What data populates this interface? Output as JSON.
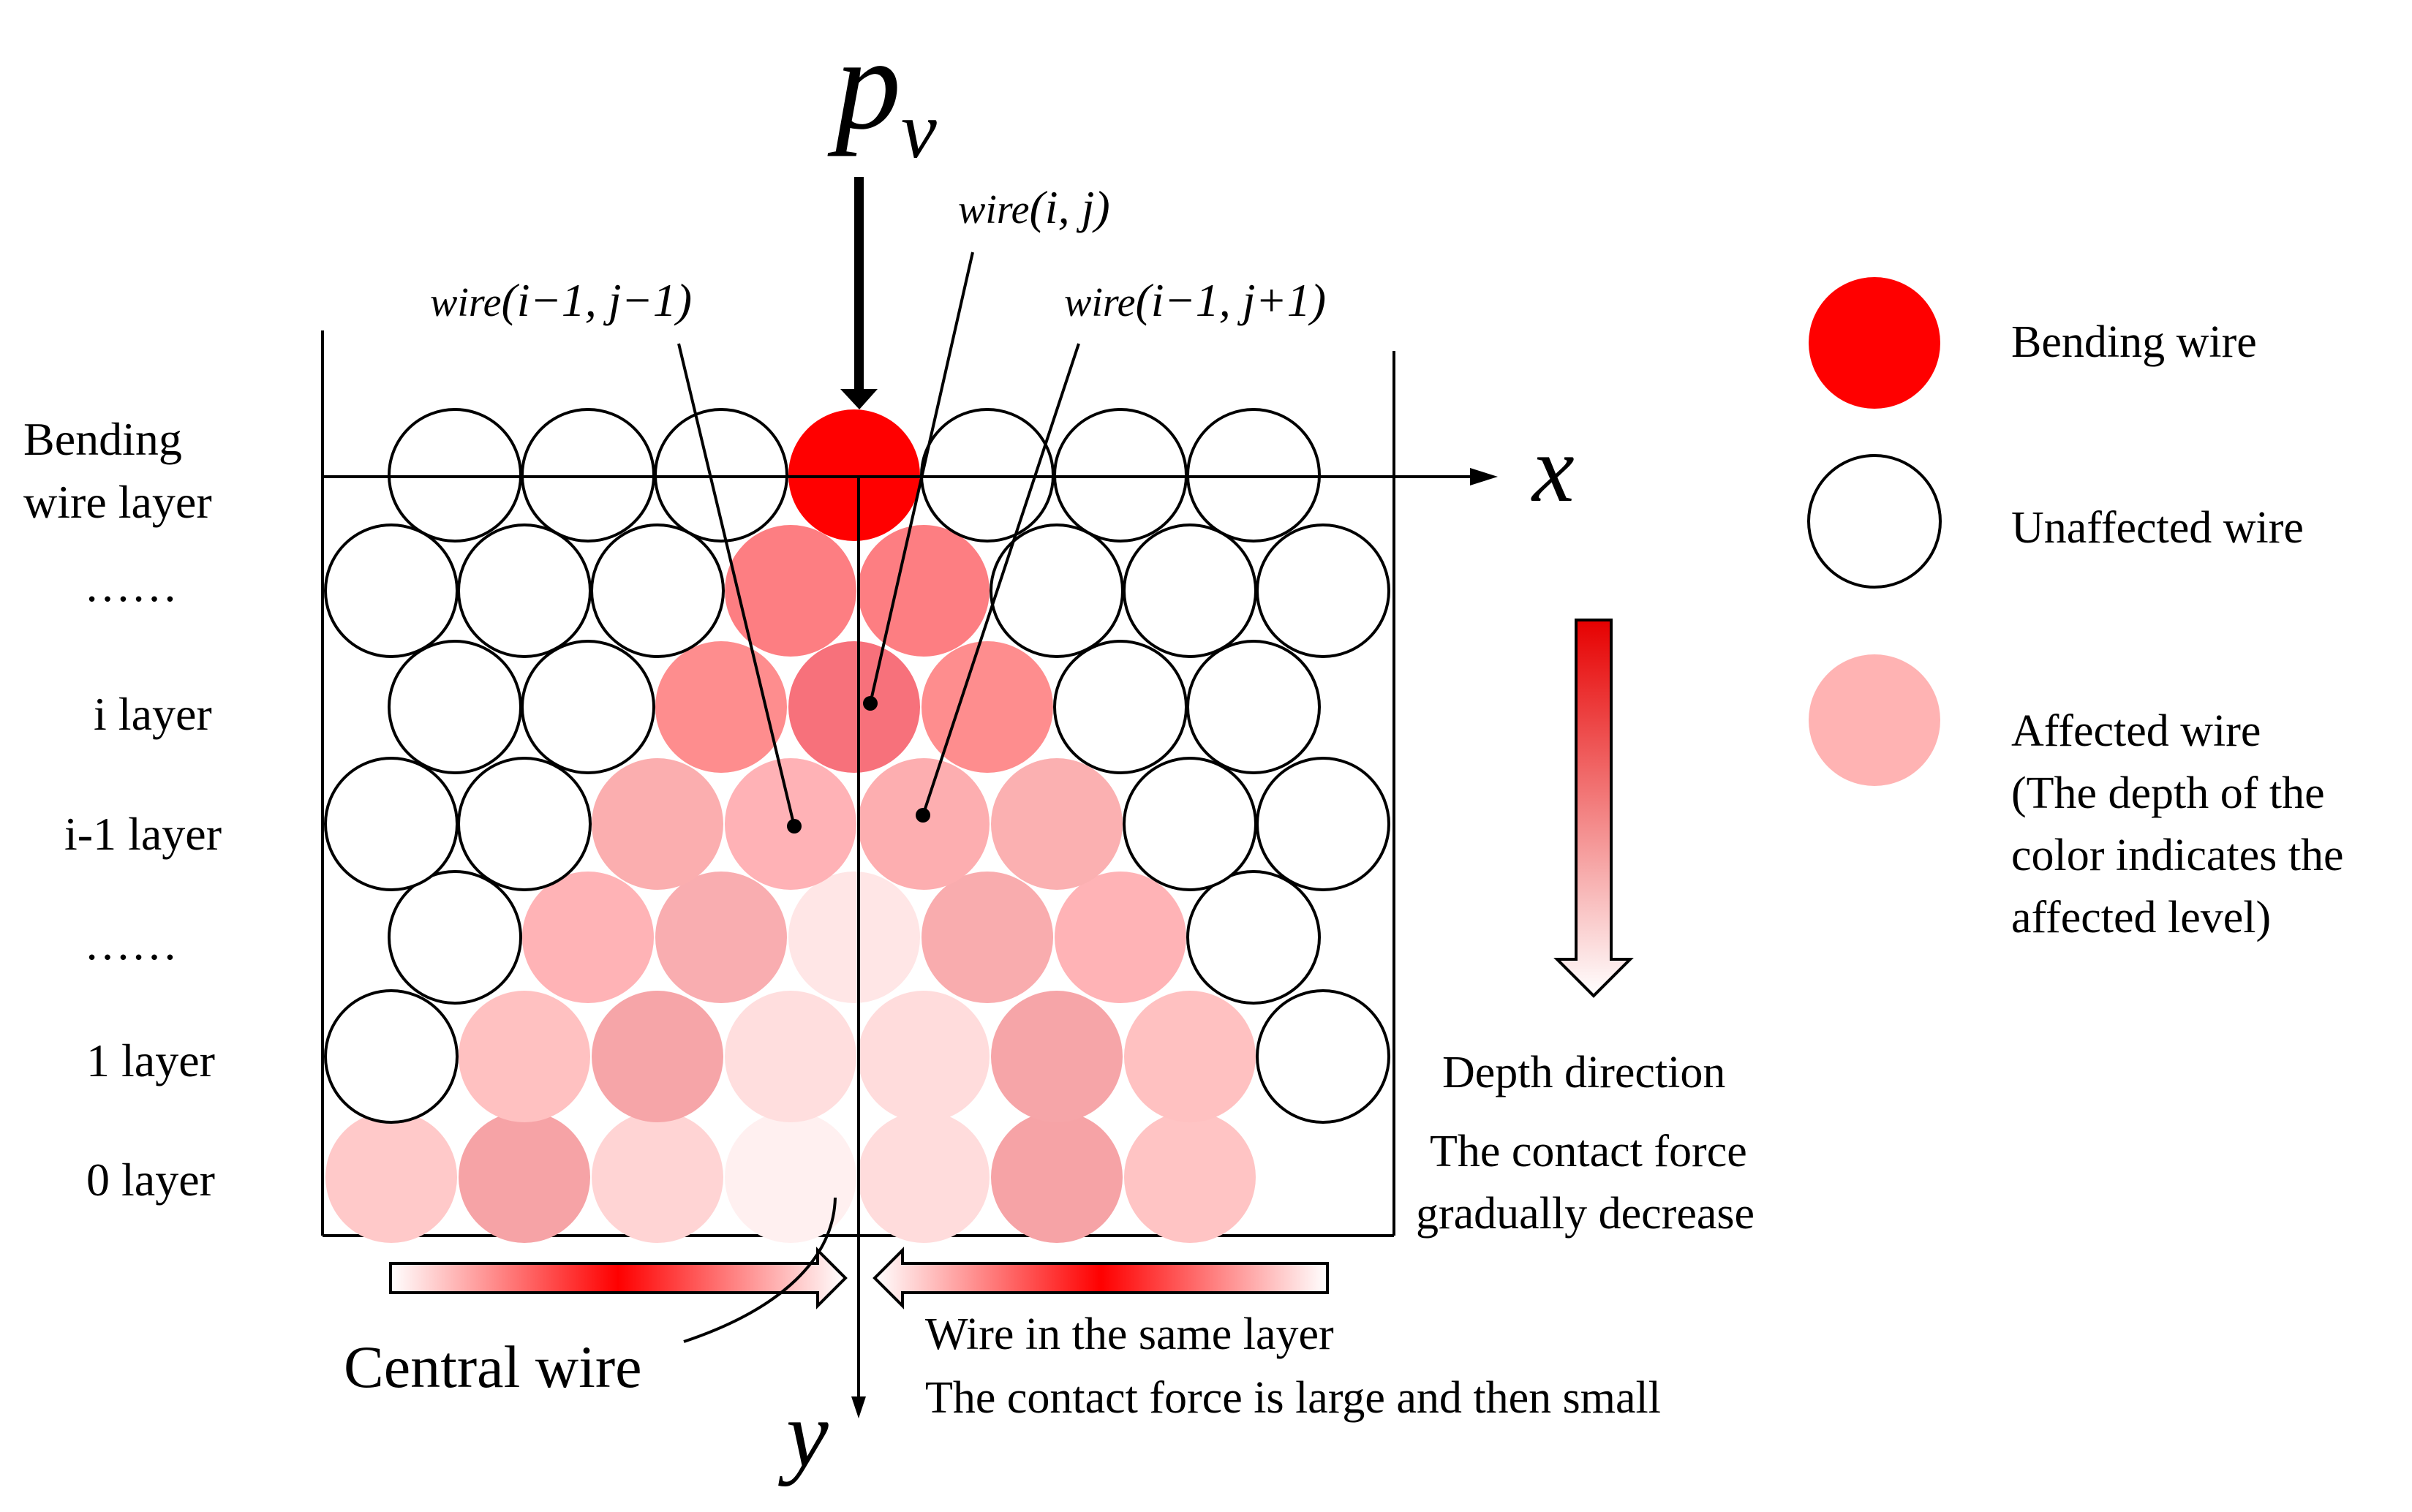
{
  "load_label": {
    "base": "p",
    "sub": "v"
  },
  "axes": {
    "x": "x",
    "y": "y"
  },
  "wire_labels": {
    "ij": {
      "func": "wire",
      "args": "(i, j)"
    },
    "im1_jm1": {
      "func": "wire",
      "args": "(i−1, j−1)"
    },
    "im1_jp1": {
      "func": "wire",
      "args": "(i−1, j+1)"
    }
  },
  "layer_labels": {
    "bending_1": "Bending",
    "bending_2": "wire layer",
    "dots_top": "……",
    "i": "i layer",
    "i_minus_1": "i-1 layer",
    "dots_mid": "……",
    "one": "1 layer",
    "zero": "0 layer"
  },
  "legend": {
    "bending": "Bending wire",
    "unaffected": "Unaffected wire",
    "affected_1": "Affected wire",
    "affected_2": "(The depth of the",
    "affected_3": "color indicates the",
    "affected_4": "affected level)"
  },
  "annotations": {
    "depth_direction": "Depth direction",
    "contact_1": "The contact force",
    "contact_2": "gradually decrease",
    "central_wire": "Central wire",
    "same_layer_1": "Wire in the same layer",
    "same_layer_2": "The contact force is large and then small"
  },
  "colors": {
    "bending": "#ff0000",
    "unaffected": "#ffffff",
    "affected": "#ffb3b3",
    "stroke": "#000000"
  }
}
